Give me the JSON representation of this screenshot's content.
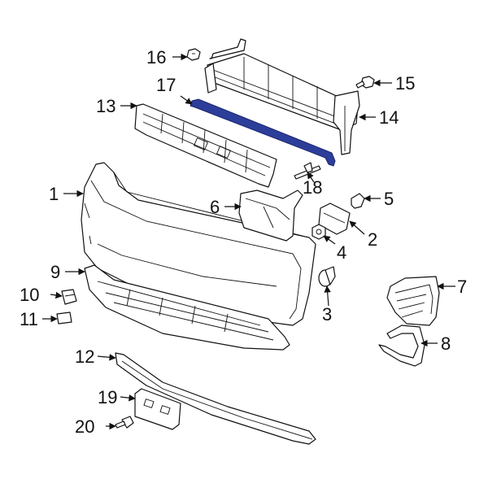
{
  "callouts": {
    "c1": "1",
    "c2": "2",
    "c3": "3",
    "c4": "4",
    "c5": "5",
    "c6": "6",
    "c7": "7",
    "c8": "8",
    "c9": "9",
    "c10": "10",
    "c11": "11",
    "c12": "12",
    "c13": "13",
    "c14": "14",
    "c15": "15",
    "c16": "16",
    "c17": "17",
    "c18": "18",
    "c19": "19",
    "c20": "20"
  },
  "colors": {
    "line": "#111111",
    "highlight": "#2d3e9a",
    "background": "#ffffff"
  }
}
